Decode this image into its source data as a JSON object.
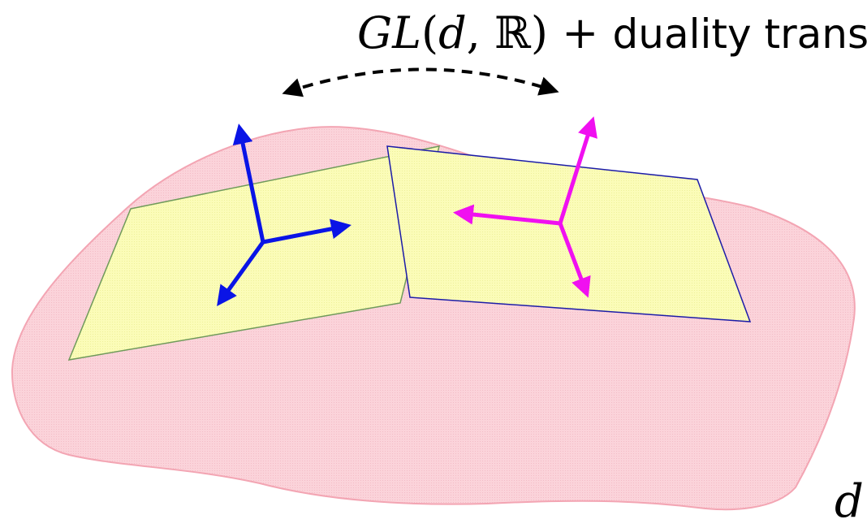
{
  "title": {
    "group_symbol": "GL",
    "open_paren": "(",
    "dimension_symbol": "d",
    "separator": ", ",
    "field_symbol": "ℝ",
    "close_paren": ")",
    "plus": " + ",
    "caption": "duality transf."
  },
  "corner_label": "d",
  "colors": {
    "manifold_fill": "#fbd0d8",
    "manifold_stroke": "#f3a5b3",
    "plane_fill": "#fbfcb4",
    "left_plane_stroke": "#6f9a5a",
    "right_plane_stroke": "#1c1ca8",
    "left_frame_arrows": "#0a14e6",
    "right_frame_arrows": "#f010f0",
    "duality_arrow": "#000000"
  }
}
